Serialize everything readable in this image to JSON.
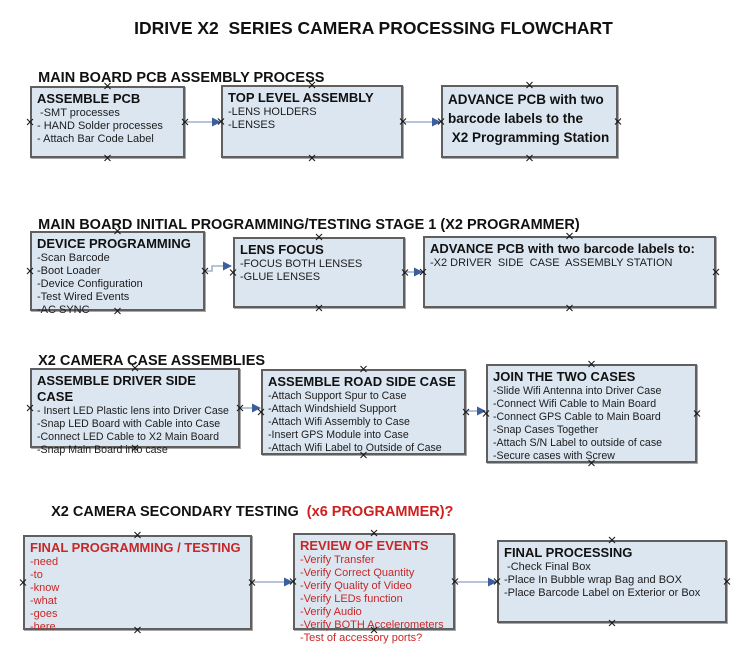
{
  "title": "IDRIVE X2  SERIES CAMERA PROCESSING FLOWCHART",
  "colors": {
    "box_fill": "#dce6f1",
    "box_border": "#5f5f5f",
    "connector_line": "#9fb2cd",
    "connector_arrowhead": "#3d5e9c",
    "red_text": "#c62828",
    "black_text": "#111111"
  },
  "sections": [
    {
      "heading": "MAIN BOARD PCB ASSEMBLY PROCESS",
      "heading_red": "",
      "boxes": [
        {
          "title": "ASSEMBLE PCB",
          "items": [
            " -SMT processes",
            "- HAND Solder processes",
            "- Attach Bar Code Label"
          ]
        },
        {
          "title": "TOP LEVEL ASSEMBLY",
          "items": [
            "-LENS HOLDERS",
            "-LENSES"
          ]
        },
        {
          "title": "ADVANCE PCB with two\nbarcode labels to the\n X2 Programming Station",
          "items": []
        }
      ]
    },
    {
      "heading": "MAIN BOARD INITIAL PROGRAMMING/TESTING STAGE 1 (X2 PROGRAMMER)",
      "heading_red": "",
      "boxes": [
        {
          "title": "DEVICE PROGRAMMING",
          "items": [
            "-Scan Barcode",
            "-Boot Loader",
            "-Device Configuration",
            "-Test Wired Events",
            "-AC SYNC"
          ]
        },
        {
          "title": "LENS FOCUS",
          "items": [
            "-FOCUS BOTH LENSES",
            "-GLUE LENSES"
          ]
        },
        {
          "title": "ADVANCE PCB with two barcode labels to:",
          "items": [
            "-X2 DRIVER  SIDE  CASE  ASSEMBLY STATION"
          ]
        }
      ]
    },
    {
      "heading": "X2 CAMERA CASE ASSEMBLIES",
      "heading_red": "",
      "boxes": [
        {
          "title": "ASSEMBLE DRIVER SIDE CASE",
          "items": [
            "- Insert LED Plastic lens into Driver Case",
            "-Snap LED Board with Cable into Case",
            "-Connect LED Cable to X2 Main Board",
            "-Snap Main Board into case"
          ]
        },
        {
          "title": "ASSEMBLE ROAD SIDE CASE",
          "items": [
            "-Attach Support Spur to Case",
            "-Attach Windshield Support",
            "-Attach Wifi Assembly to Case",
            "-Insert GPS Module into Case",
            "-Attach Wifi Label to Outside of Case"
          ]
        },
        {
          "title": "JOIN THE TWO CASES",
          "items": [
            "-Slide Wifi Antenna into Driver Case",
            "-Connect Wifi Cable to Main Board",
            "-Connect GPS Cable to Main Board",
            "-Snap Cases Together",
            "-Attach S/N Label to outside of case",
            "-Secure cases with Screw"
          ]
        }
      ]
    },
    {
      "heading": "X2 CAMERA SECONDARY TESTING  ",
      "heading_red": "(x6 PROGRAMMER)?",
      "boxes": [
        {
          "title": "FINAL PROGRAMMING / TESTING",
          "items": [
            "-need",
            "-to",
            "-know",
            "-what",
            "-goes",
            "-here"
          ]
        },
        {
          "title": "REVIEW OF EVENTS",
          "items": [
            "-Verify Transfer",
            "-Verify Correct Quantity",
            "-Verify Quality of Video",
            "-Verify LEDs function",
            "-Verify Audio",
            "-Verify BOTH Accelerometers",
            "-Test of accessory ports?"
          ]
        },
        {
          "title": "FINAL PROCESSING",
          "items": [
            " -Check Final Box",
            "-Place In Bubble wrap Bag and BOX",
            "-Place Barcode Label on Exterior or Box"
          ]
        }
      ]
    }
  ]
}
